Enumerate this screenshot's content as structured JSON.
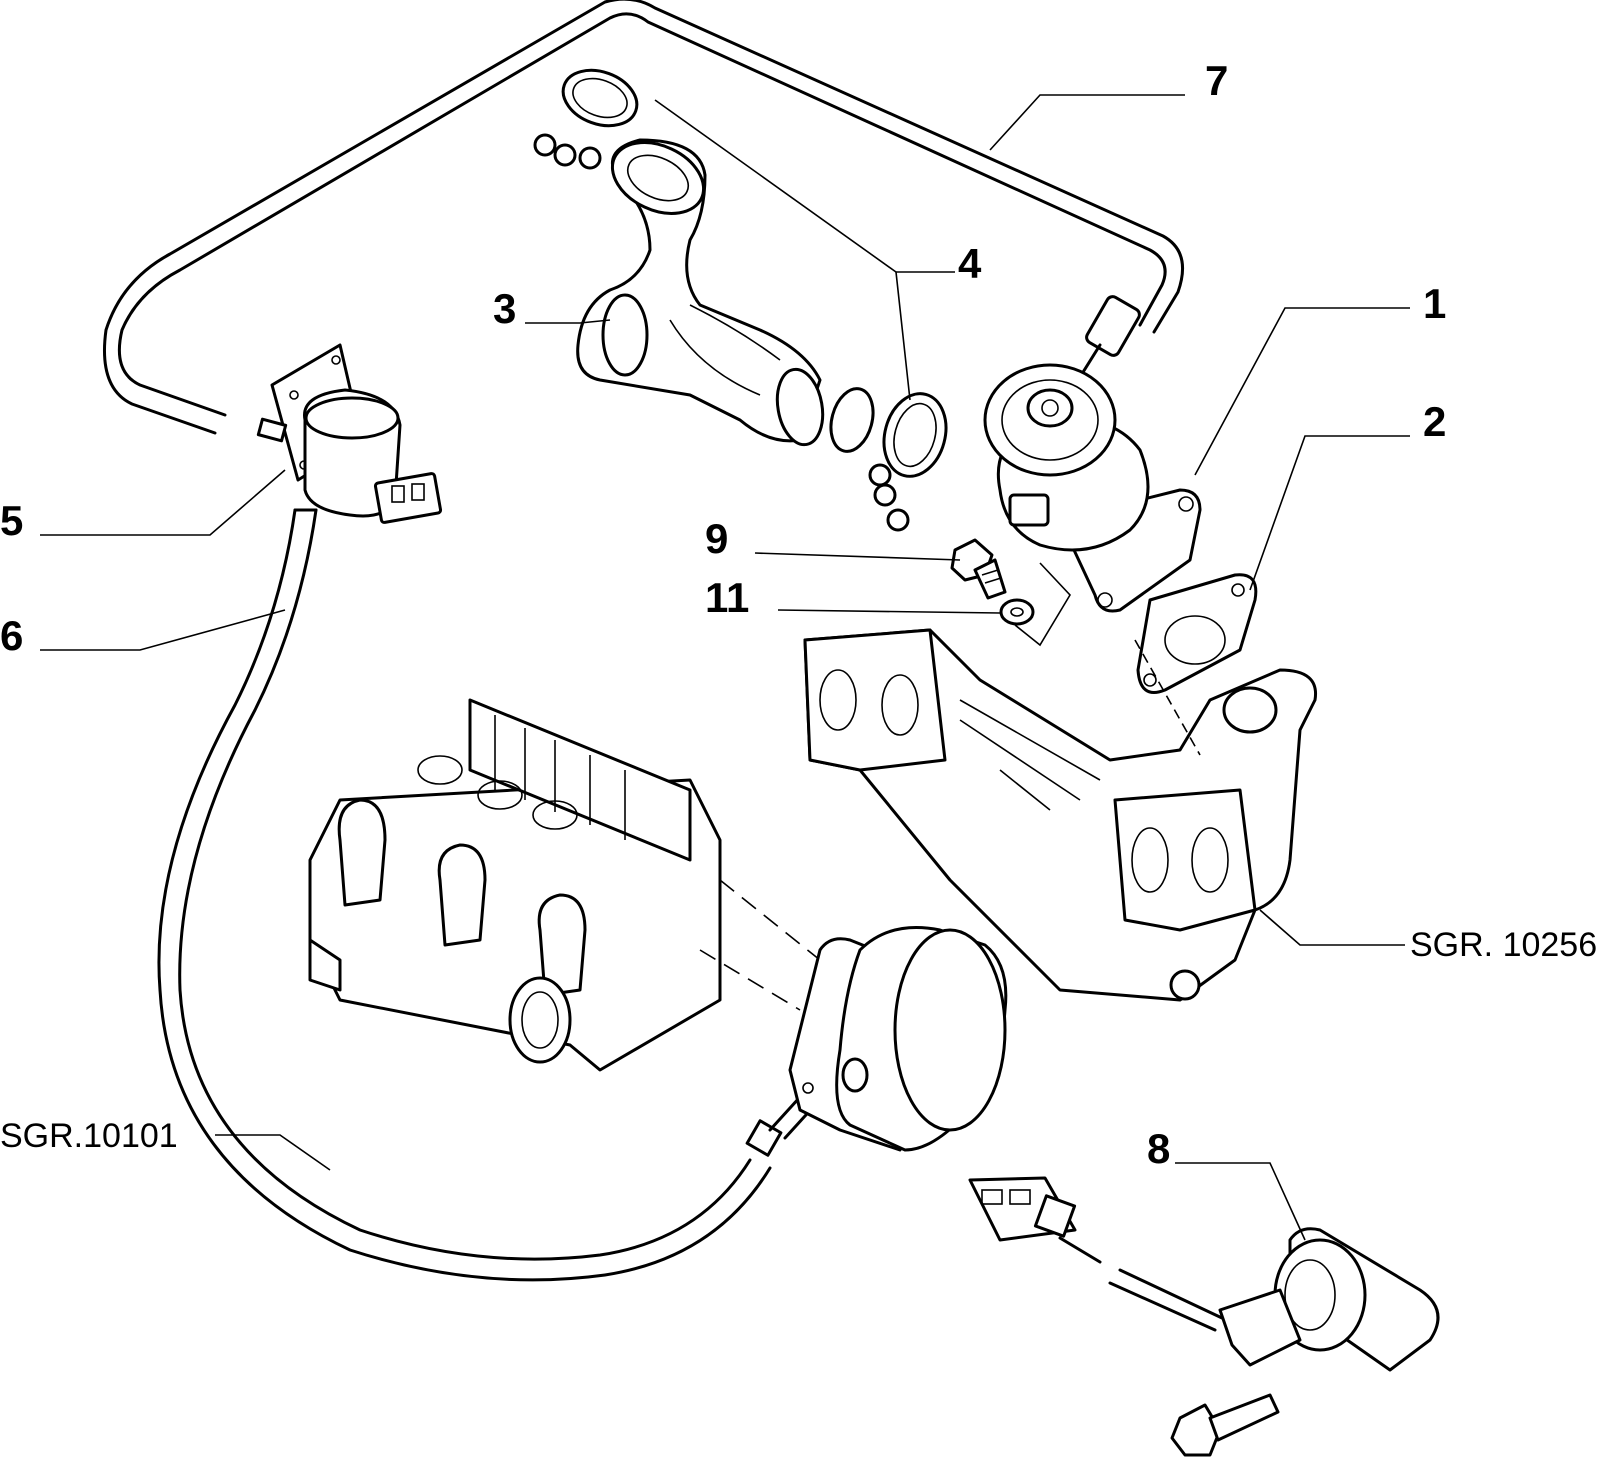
{
  "callouts": {
    "c1": "1",
    "c2": "2",
    "c3": "3",
    "c4": "4",
    "c5": "5",
    "c6": "6",
    "c7": "7",
    "c8": "8",
    "c9": "9",
    "c11": "11"
  },
  "references": {
    "right": "SGR. 10256",
    "left": "SGR.10101"
  }
}
